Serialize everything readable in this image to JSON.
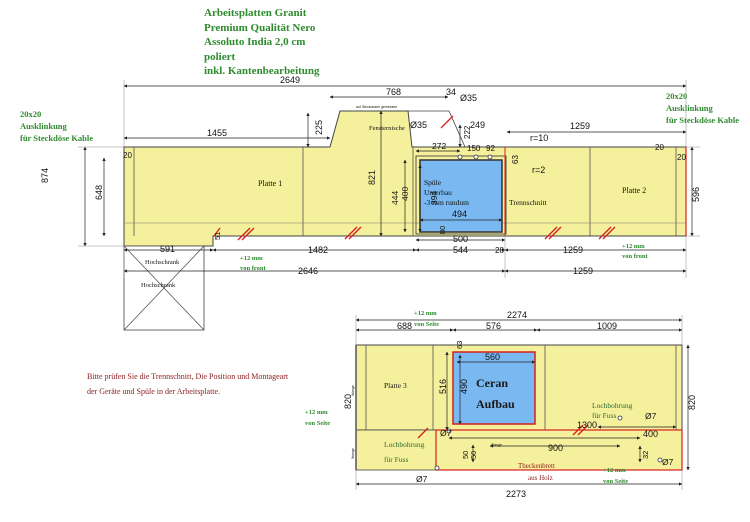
{
  "header_notes": {
    "line1": "Arbeitsplatten Granit",
    "line2": "Premium Qualität Nero",
    "line3": "Assoluto India 2,0 cm",
    "line4": "poliert",
    "line5": "inkl. Kantenbearbeitung"
  },
  "left_note": {
    "line1": "20x20",
    "line2": "Ausklinkung",
    "line3": "für Steckdöse Kable"
  },
  "right_note": {
    "line1": "20x20",
    "line2": "Ausklinkung",
    "line3": "für Steckdöse Kable"
  },
  "warning_note": {
    "line1": "Bitte prüfen Sie die Trennschnitt, Die Position und Montageart",
    "line2": "der Geräte und Spüle in der Arbeitsplatte."
  },
  "labels": {
    "platte1": "Platte 1",
    "platte2": "Platte 2",
    "platte3": "Platte 3",
    "spuele1": "Spüle",
    "spuele2": "Unterbau",
    "spuele3": "-3 mm rundum",
    "trennschnitt": "Trennschnitt",
    "fensternische": "Fensternische",
    "nische_small": "auf Steckdosen gemessen",
    "hochschrank1": "Hochschrank",
    "hochschrank2": "Hochschrank",
    "ceran1": "Ceran",
    "ceran2": "Aufbau",
    "lochbohrung_right1": "Lochbohrung",
    "lochbohrung_right2": "für Fuss",
    "lochbohrung_left1": "Lochbohrung",
    "lochbohrung_left2": "für Fuss",
    "theken1": "Theckenbrett",
    "theken2": "aus Holz",
    "wange1": "Wange",
    "wange2": "Wange",
    "wange3": "Wange",
    "plus12_front1a": "+12 mm",
    "plus12_front1b": "von front",
    "plus12_front2a": "+12 mm",
    "plus12_front2b": "von front",
    "plus12_seite_top_a": "+12 mm",
    "plus12_seite_top_b": "von Seite",
    "plus12_seite_left_a": "+12 mm",
    "plus12_seite_left_b": "von Seite",
    "plus12_seite_bottom_a": "+12 mm",
    "plus12_seite_bottom_b": "von Seite",
    "r10": "r=10",
    "r2": "r=2"
  },
  "dims": {
    "d2649": "2649",
    "d768": "768",
    "d34": "34",
    "d035a": "Ø35",
    "d035b": "Ø35",
    "d249": "249",
    "d225": "225",
    "d1455": "1455",
    "d1259a": "1259",
    "d272": "272",
    "d150": "150",
    "d92": "92",
    "d222": "222",
    "d63": "63",
    "d874": "874",
    "d648": "648",
    "d20a": "20",
    "d20b": "20",
    "d20c": "20",
    "d821": "821",
    "d444": "444",
    "d400": "400",
    "d394": "394",
    "d494": "494",
    "d80": "80",
    "d500": "500",
    "d596": "596",
    "d591": "591",
    "d51": "51",
    "d1482": "1482",
    "d544": "544",
    "d28": "28",
    "d1259b": "1259",
    "d2646": "2646",
    "d1259c": "1259",
    "d2274": "2274",
    "d688": "688",
    "d576": "576",
    "d1009": "1009",
    "d63b": "63",
    "d560": "560",
    "d516": "516",
    "d490": "490",
    "d820a": "820",
    "d820b": "820",
    "d1300": "1300",
    "d07a": "Ø7",
    "d07b": "Ø7",
    "d07c": "Ø7",
    "d07d": "Ø7",
    "d400b": "400",
    "d900": "900",
    "d50a": "50",
    "d50b": "50",
    "d32": "32",
    "d2273": "2273"
  },
  "colors": {
    "countertop": "#f5f09c",
    "sink": "#79b8f0",
    "cutout_red": "#d81e1e",
    "dim_line": "#222222",
    "note_green": "#2e8b2e",
    "note_red": "#8b1a1a"
  }
}
